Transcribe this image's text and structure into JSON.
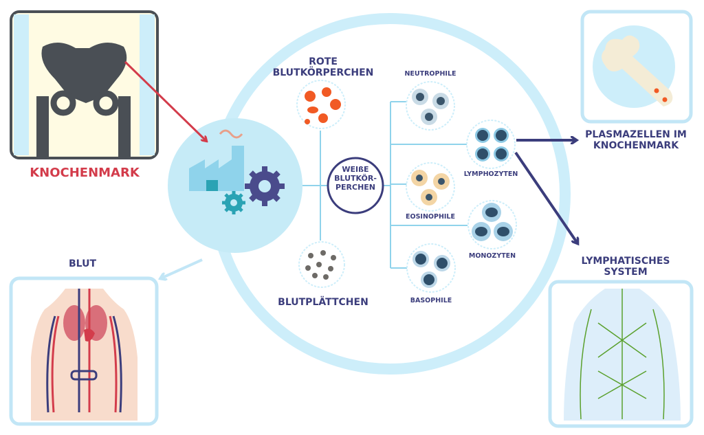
{
  "labels": {
    "bone_marrow": "KNOCHENMARK",
    "blood": "BLUT",
    "plasma_cells_line1": "PLASMAZELLEN IM",
    "plasma_cells_line2": "KNOCHENMARK",
    "lymphatic_line1": "LYMPHATISCHES",
    "lymphatic_line2": "SYSTEM",
    "red_cells_line1": "ROTE",
    "red_cells_line2": "BLUTKÖRPERCHEN",
    "platelets": "BLUTPLÄTTCHEN",
    "white_cells_line1": "WEIßE",
    "white_cells_line2": "BLUTKÖR-",
    "white_cells_line3": "PERCHEN",
    "neutrophils": "NEUTROPHILE",
    "lymphocytes": "LYMPHOZYTEN",
    "eosinophils": "EOSINOPHILE",
    "monocytes": "MONOZYTEN",
    "basophils": "BASOPHILE"
  },
  "icons": [
    "pelvis-bone-icon",
    "factory-gears-icon",
    "bone-icon",
    "circulatory-system-icon",
    "lymphatic-system-icon"
  ],
  "colors": {
    "red": "#d33c4b",
    "navy": "#3b3d7c",
    "light_blue": "#cdeefa",
    "frame_blue": "#c2e6f6",
    "dark_gray": "#4a4f55"
  }
}
